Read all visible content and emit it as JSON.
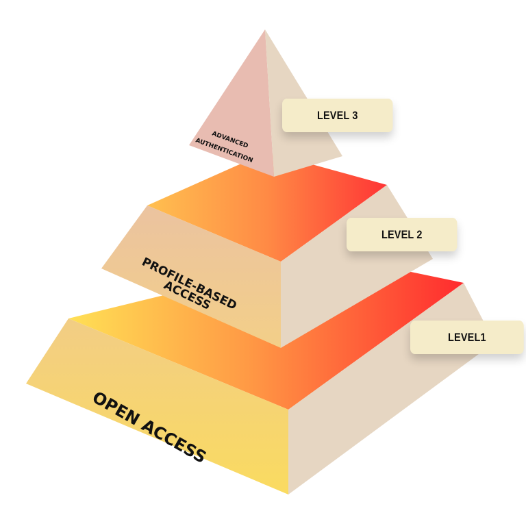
{
  "diagram": {
    "type": "pyramid",
    "tiers": [
      {
        "level_tag": "LEVEL 3",
        "label_lines": [
          "ADVANCED",
          "AUTHENTICATION"
        ]
      },
      {
        "level_tag": "LEVEL 2",
        "label_lines": [
          "PROFILE-BASED",
          "ACCESS"
        ]
      },
      {
        "level_tag": "LEVEL1",
        "label_lines": [
          "OPEN ACCESS"
        ]
      }
    ]
  },
  "colors": {
    "gradient_start": "#ffdd55",
    "gradient_mid": "#ff9944",
    "gradient_end": "#ff2a2a",
    "front_face_top": "#edc599",
    "front_face_bottom": "#f6d67a",
    "side_face": "#e6d6c2",
    "top_pyramid_front": "#e8bcb1",
    "top_pyramid_side": "#e6d6c2",
    "tag_bg": "#f5ecc9"
  }
}
